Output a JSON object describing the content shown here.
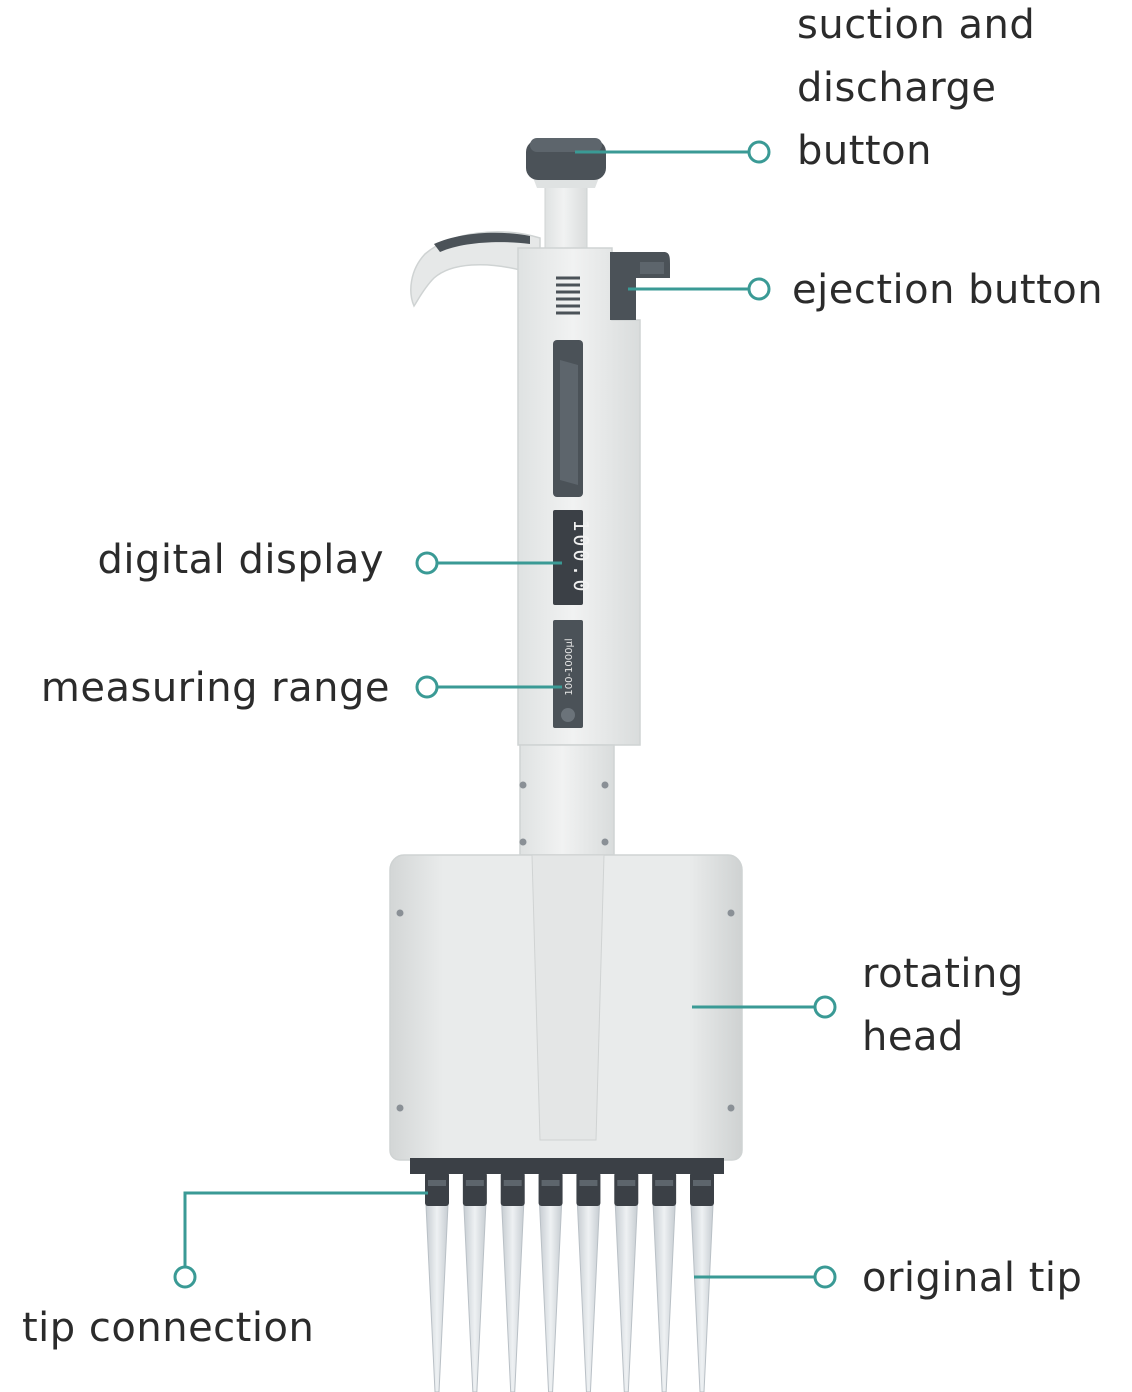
{
  "colors": {
    "callout": "#3a9a95",
    "label_text": "#2b2b2b",
    "body_light": "#eceeee",
    "body_mid": "#dde0e0",
    "body_shadow": "#c9cdcd",
    "dark_part": "#4b5258",
    "display_bg": "#3b4046",
    "tip": "#d3d9de"
  },
  "icons": {
    "callout_marker": "ring-icon"
  },
  "pipette": {
    "display_value": "100.0",
    "range_label": "100-1000μl",
    "channel_count": 8
  },
  "labels": {
    "suction": [
      "suction and",
      "discharge",
      "button"
    ],
    "ejection": "ejection button",
    "digital_display": "digital display",
    "measuring_range": "measuring range",
    "rotating_head": [
      "rotating",
      "head"
    ],
    "tip_connection": "tip connection",
    "original_tip": "original tip"
  }
}
